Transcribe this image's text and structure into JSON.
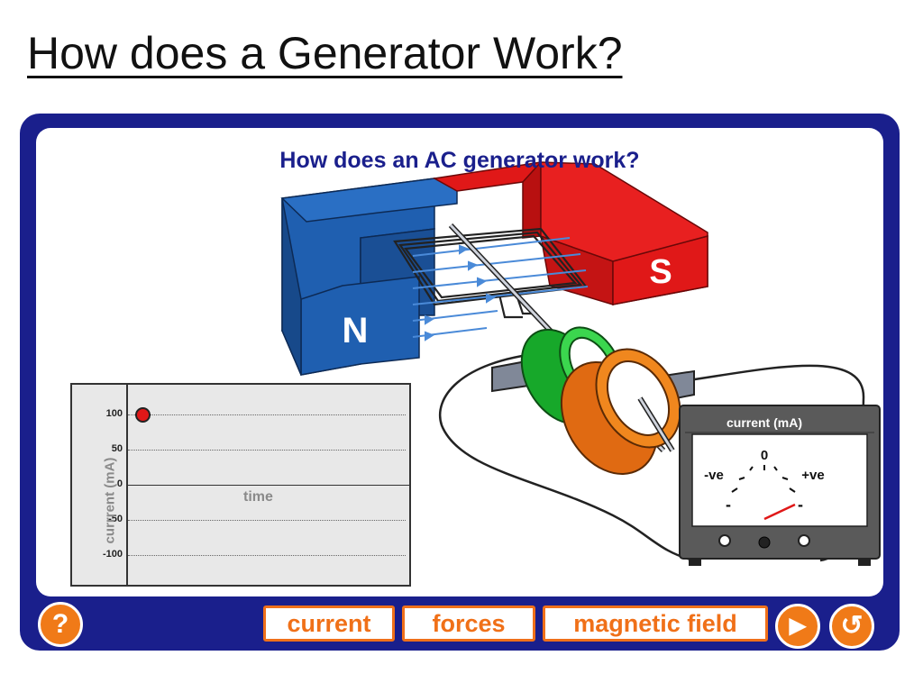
{
  "slide": {
    "title": "How does a Generator Work?"
  },
  "sim": {
    "title": "How does an AC generator work?",
    "magnet": {
      "north_label": "N",
      "south_label": "S"
    },
    "meter": {
      "title": "current (mA)",
      "zero_label": "0",
      "neg_label": "-ve",
      "pos_label": "+ve",
      "minus_sign": "-",
      "plus_sign": "-"
    },
    "graph": {
      "ylabel": "currrent (mA)",
      "xlabel": "time",
      "ticks": [
        "100",
        "50",
        "0",
        "-50",
        "-100"
      ],
      "current_value": 100
    },
    "buttons": {
      "help": "?",
      "current": "current",
      "forces": "forces",
      "magnetic_field": "magnetic field",
      "play": "▶",
      "reset": "↺"
    }
  },
  "colors": {
    "frame": "#1a1f8c",
    "north": "#1f5fb0",
    "south": "#e01818",
    "accent": "#f07018"
  }
}
